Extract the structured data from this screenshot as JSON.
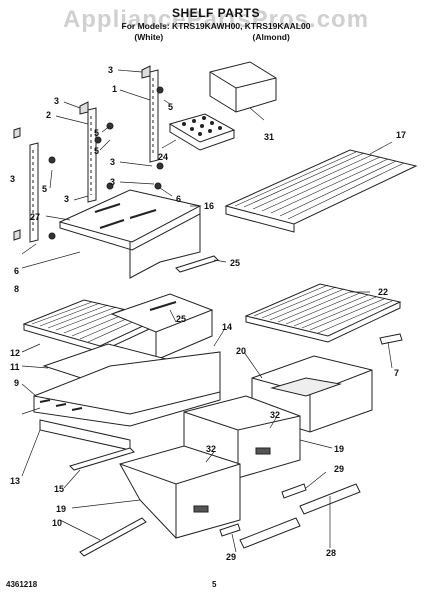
{
  "watermark": "AppliancePartsPros.com",
  "header": {
    "title": "SHELF PARTS",
    "models": "For Models: KTRS19KAWH00, KTRS19KAAL00",
    "color_white": "(White)",
    "color_almond": "(Almond)"
  },
  "footer": {
    "part_code": "4361218",
    "page": "5"
  },
  "callouts": [
    "1",
    "2",
    "3",
    "5",
    "6",
    "7",
    "8",
    "9",
    "10",
    "11",
    "12",
    "13",
    "14",
    "15",
    "16",
    "17",
    "19",
    "20",
    "22",
    "24",
    "25",
    "27",
    "28",
    "29",
    "31",
    "32"
  ]
}
